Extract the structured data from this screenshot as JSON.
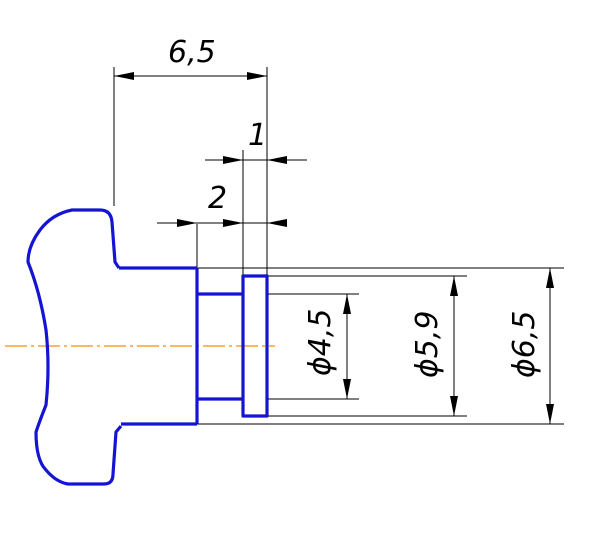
{
  "colors": {
    "part_outline": "#1414d2",
    "dimension_lines": "#000000",
    "center_line": "#ff8c00",
    "background": "#ffffff"
  },
  "dimensions": {
    "overall_length": "6,5",
    "groove_width": "1",
    "shoulder_length": "2",
    "diameter_small": "ϕ4,5",
    "diameter_mid": "ϕ5,9",
    "diameter_large": "ϕ6,5"
  }
}
